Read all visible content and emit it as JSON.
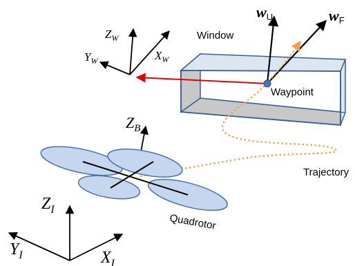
{
  "colors": {
    "window_front": "#DCE6F1",
    "window_depth": "#C8C8C8",
    "window_edge": "#3B5E8C",
    "waypoint_fill": "#4472C4",
    "arrow_red": "#E00000",
    "trajectory": "#F0A050",
    "propeller_fill": "#C5D7EE",
    "propeller_edge": "#4A72A8"
  },
  "labels": {
    "window": "Window",
    "waypoint": "Waypoint",
    "trajectory": "Trajectory",
    "quadrotor": "Quadrotor"
  },
  "frames": {
    "world": {
      "z": "Z",
      "z_sub": "W",
      "y": "Y",
      "y_sub": "W",
      "x": "X",
      "x_sub": "W"
    },
    "body": {
      "z": "Z",
      "z_sub": "B"
    },
    "inertial": {
      "z": "Z",
      "z_sub": "I",
      "y": "Y",
      "y_sub": "I",
      "x": "X",
      "x_sub": "I"
    }
  },
  "vectors": {
    "up": {
      "symbol": "w",
      "sub": "U"
    },
    "forward": {
      "symbol": "w",
      "sub": "F"
    }
  }
}
